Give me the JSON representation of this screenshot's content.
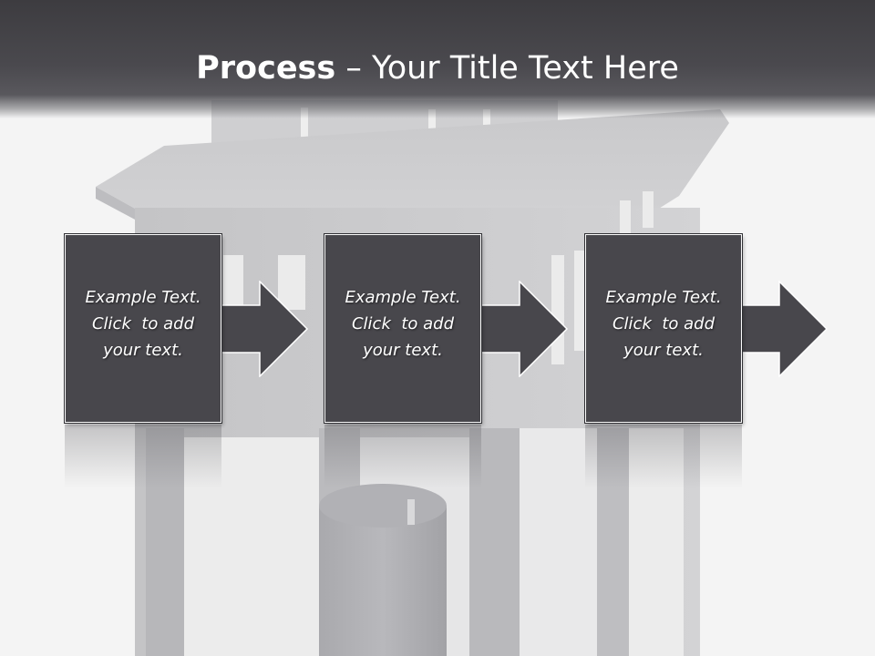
{
  "slide": {
    "title_bold": "Process",
    "title_separator": " – ",
    "title_rest": "Your Title Text Here"
  },
  "steps": [
    {
      "line1": "Example Text.",
      "line2": "Click  to add",
      "line3": "your text."
    },
    {
      "line1": "Example Text.",
      "line2": "Click  to add",
      "line3": "your text."
    },
    {
      "line1": "Example Text.",
      "line2": "Click  to add",
      "line3": "your text."
    }
  ],
  "colors": {
    "box_fill": "#48474c",
    "title_band": "#3d3c40",
    "background": "#f4f4f4"
  },
  "icons": {
    "arrow": "right-arrow-icon",
    "background": "lantern-photo"
  }
}
